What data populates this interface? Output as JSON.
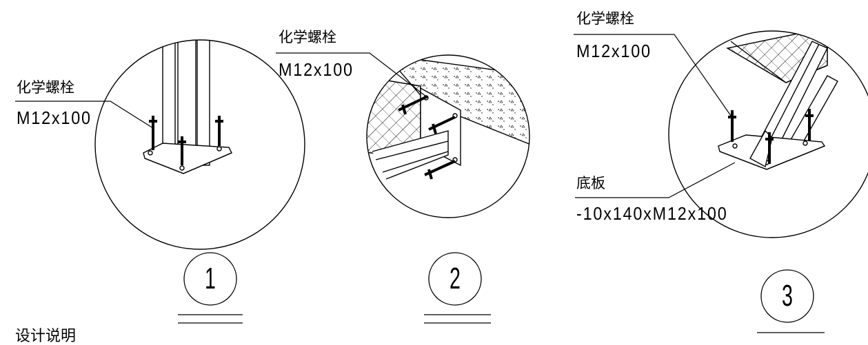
{
  "detail1": {
    "bolt_label": "化学螺栓",
    "bolt_spec": "M12x100",
    "number": "1"
  },
  "detail2": {
    "bolt_label": "化学螺栓",
    "bolt_spec": "M12x100",
    "number": "2"
  },
  "detail3": {
    "bolt_label": "化学螺栓",
    "bolt_spec": "M12x100",
    "plate_label": "底板",
    "plate_spec": "-10x140xM12x100",
    "number": "3"
  },
  "footer_text": "设计说明"
}
